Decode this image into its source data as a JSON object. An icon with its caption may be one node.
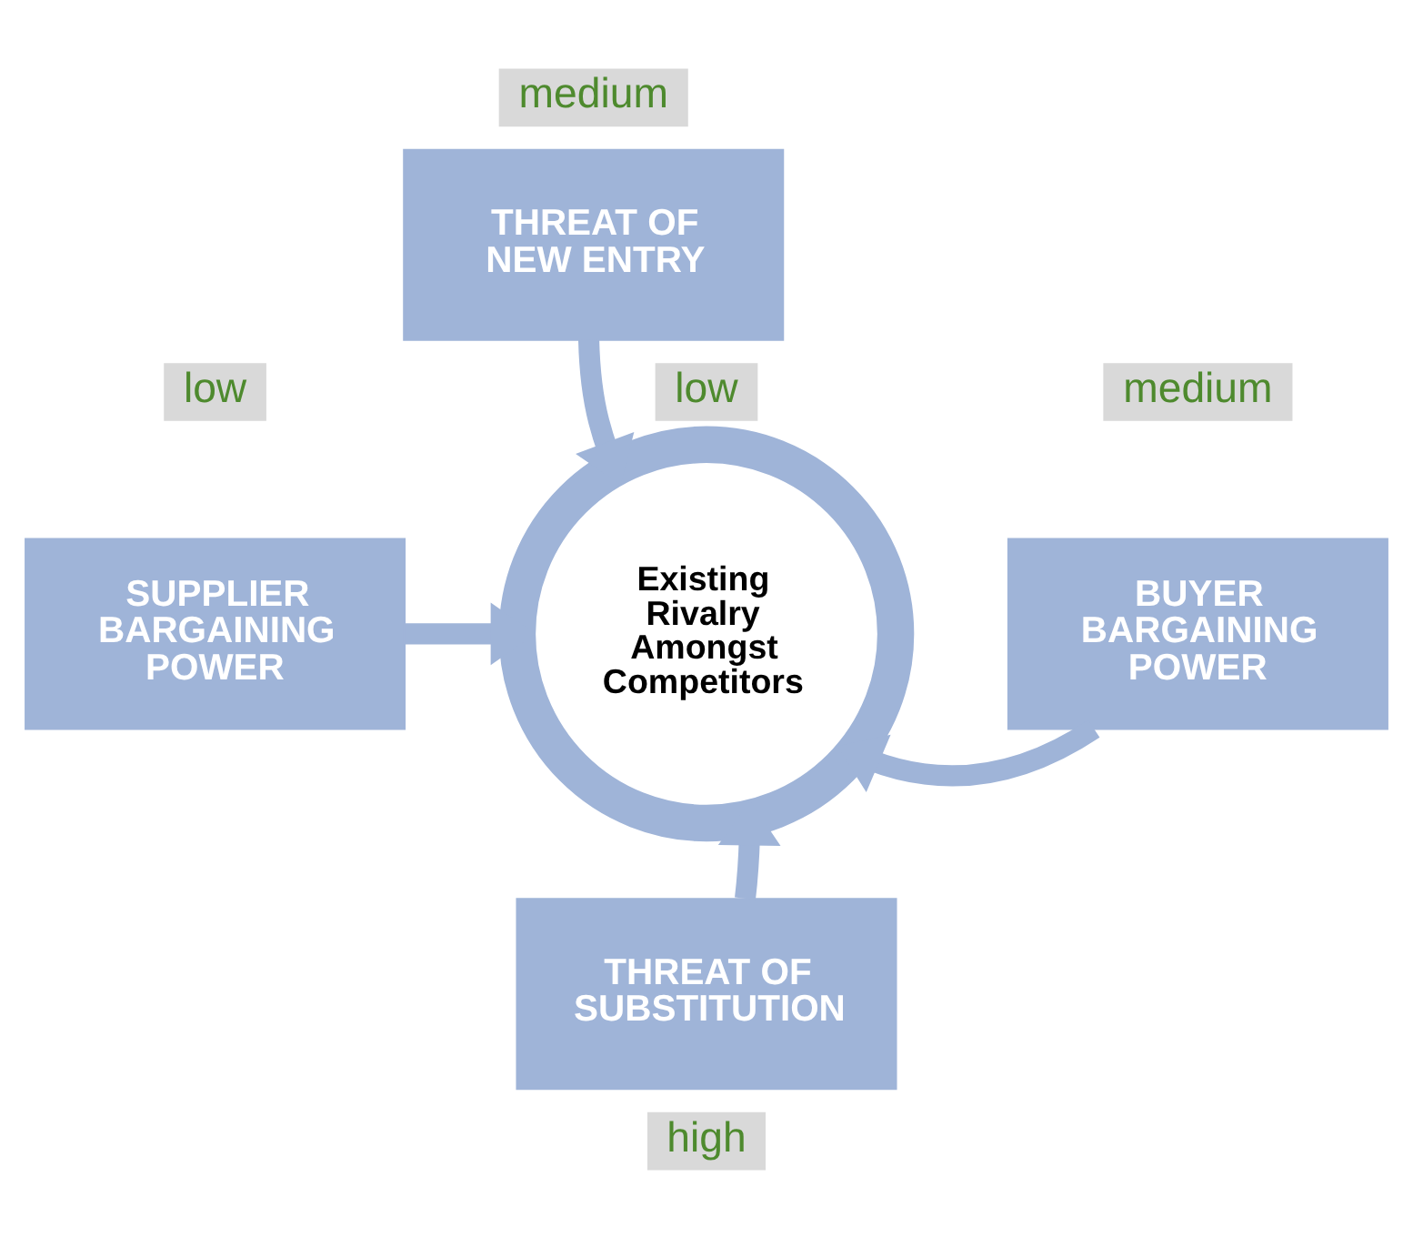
{
  "diagram": {
    "nodes": [
      {
        "text": [
          "THREAT OF NEW ENTRY"
        ],
        "beside": [
          "medium"
        ]
      },
      {
        "text": [
          "SUPPLIER BARGAINING POWER"
        ],
        "beside": [
          "low"
        ]
      },
      {
        "text": [
          "Existing Rivalry Amongst Competitors"
        ],
        "beside": [
          "low"
        ]
      },
      {
        "text": [
          "BUYER BARGAINING POWER"
        ],
        "beside": [
          "medium"
        ]
      },
      {
        "text": [
          "THREAT OF SUBSTITUTION"
        ],
        "beside": [
          "high"
        ]
      }
    ],
    "edges": [
      {
        "from": 0,
        "to": 2,
        "arrow": "to"
      },
      {
        "from": 1,
        "to": 2,
        "arrow": "to"
      },
      {
        "from": 3,
        "to": 2,
        "arrow": "to"
      },
      {
        "from": 4,
        "to": 2,
        "arrow": "to"
      }
    ]
  }
}
